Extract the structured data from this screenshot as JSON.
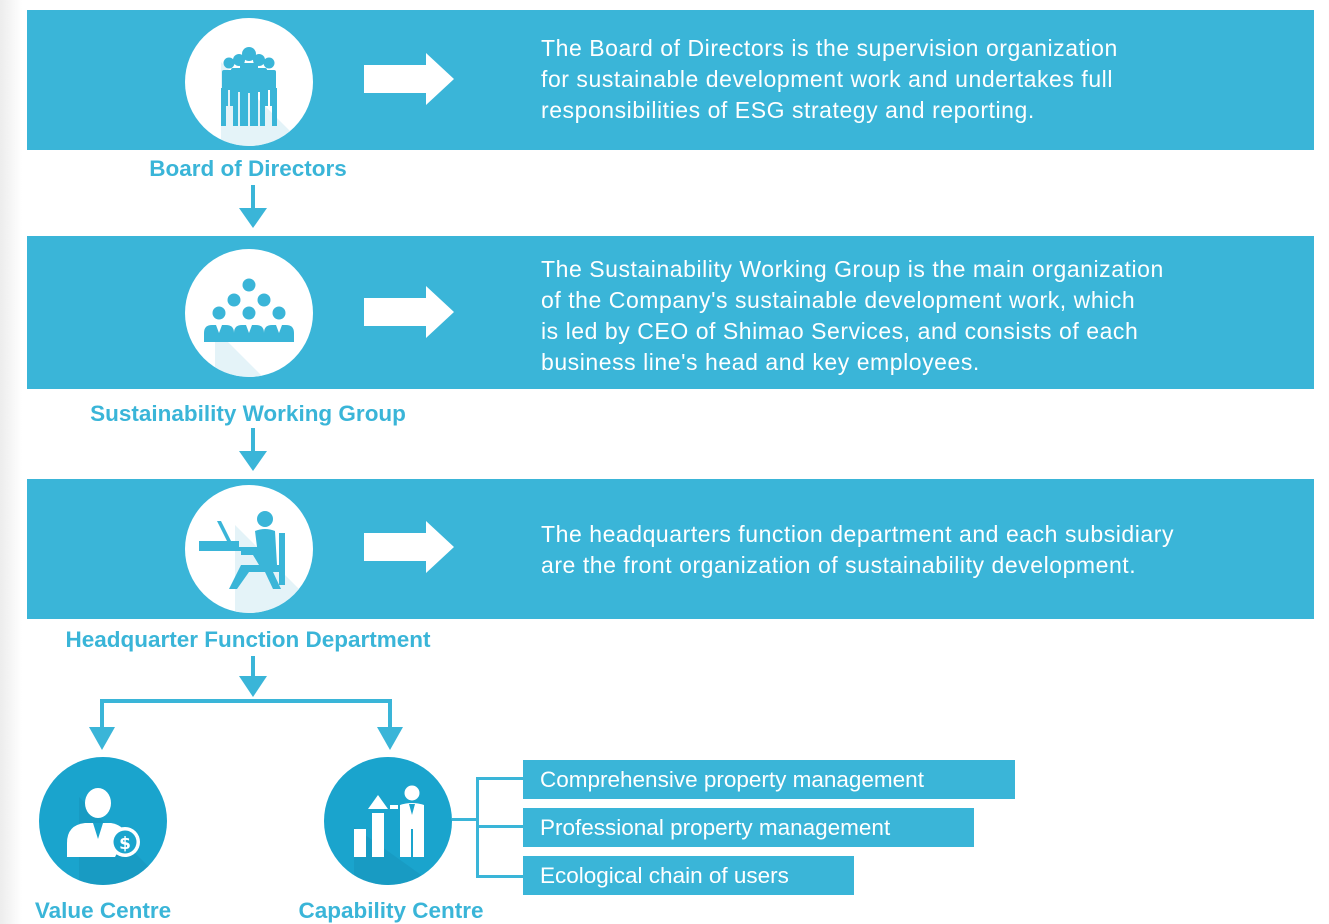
{
  "colors": {
    "accent": "#3ab5d8",
    "accent_dark": "#1aa4cd",
    "shadow": "#2f9cc0",
    "white": "#ffffff"
  },
  "levels": [
    {
      "label": "Board of Directors",
      "icon": "people-group-icon",
      "description": [
        "The Board of Directors is the supervision organization",
        "for sustainable development work and undertakes full",
        "responsibilities of ESG strategy and reporting."
      ]
    },
    {
      "label": "Sustainability Working Group",
      "icon": "team-pyramid-icon",
      "description": [
        "The Sustainability Working Group is the main organization",
        "of the Company's sustainable development work, which",
        "is led by CEO of Shimao Services, and consists of each",
        "business line's head and key employees."
      ]
    },
    {
      "label": "Headquarter Function Department",
      "icon": "office-worker-icon",
      "description": [
        "The headquarters function department and each subsidiary",
        "are the front organization of sustainability development."
      ]
    }
  ],
  "centres": {
    "value": {
      "label": "Value Centre",
      "icon": "person-money-icon"
    },
    "capability": {
      "label": "Capability Centre",
      "icon": "growth-bars-person-icon",
      "items": [
        "Comprehensive property management",
        "Professional property management",
        "Ecological chain of users"
      ]
    }
  }
}
